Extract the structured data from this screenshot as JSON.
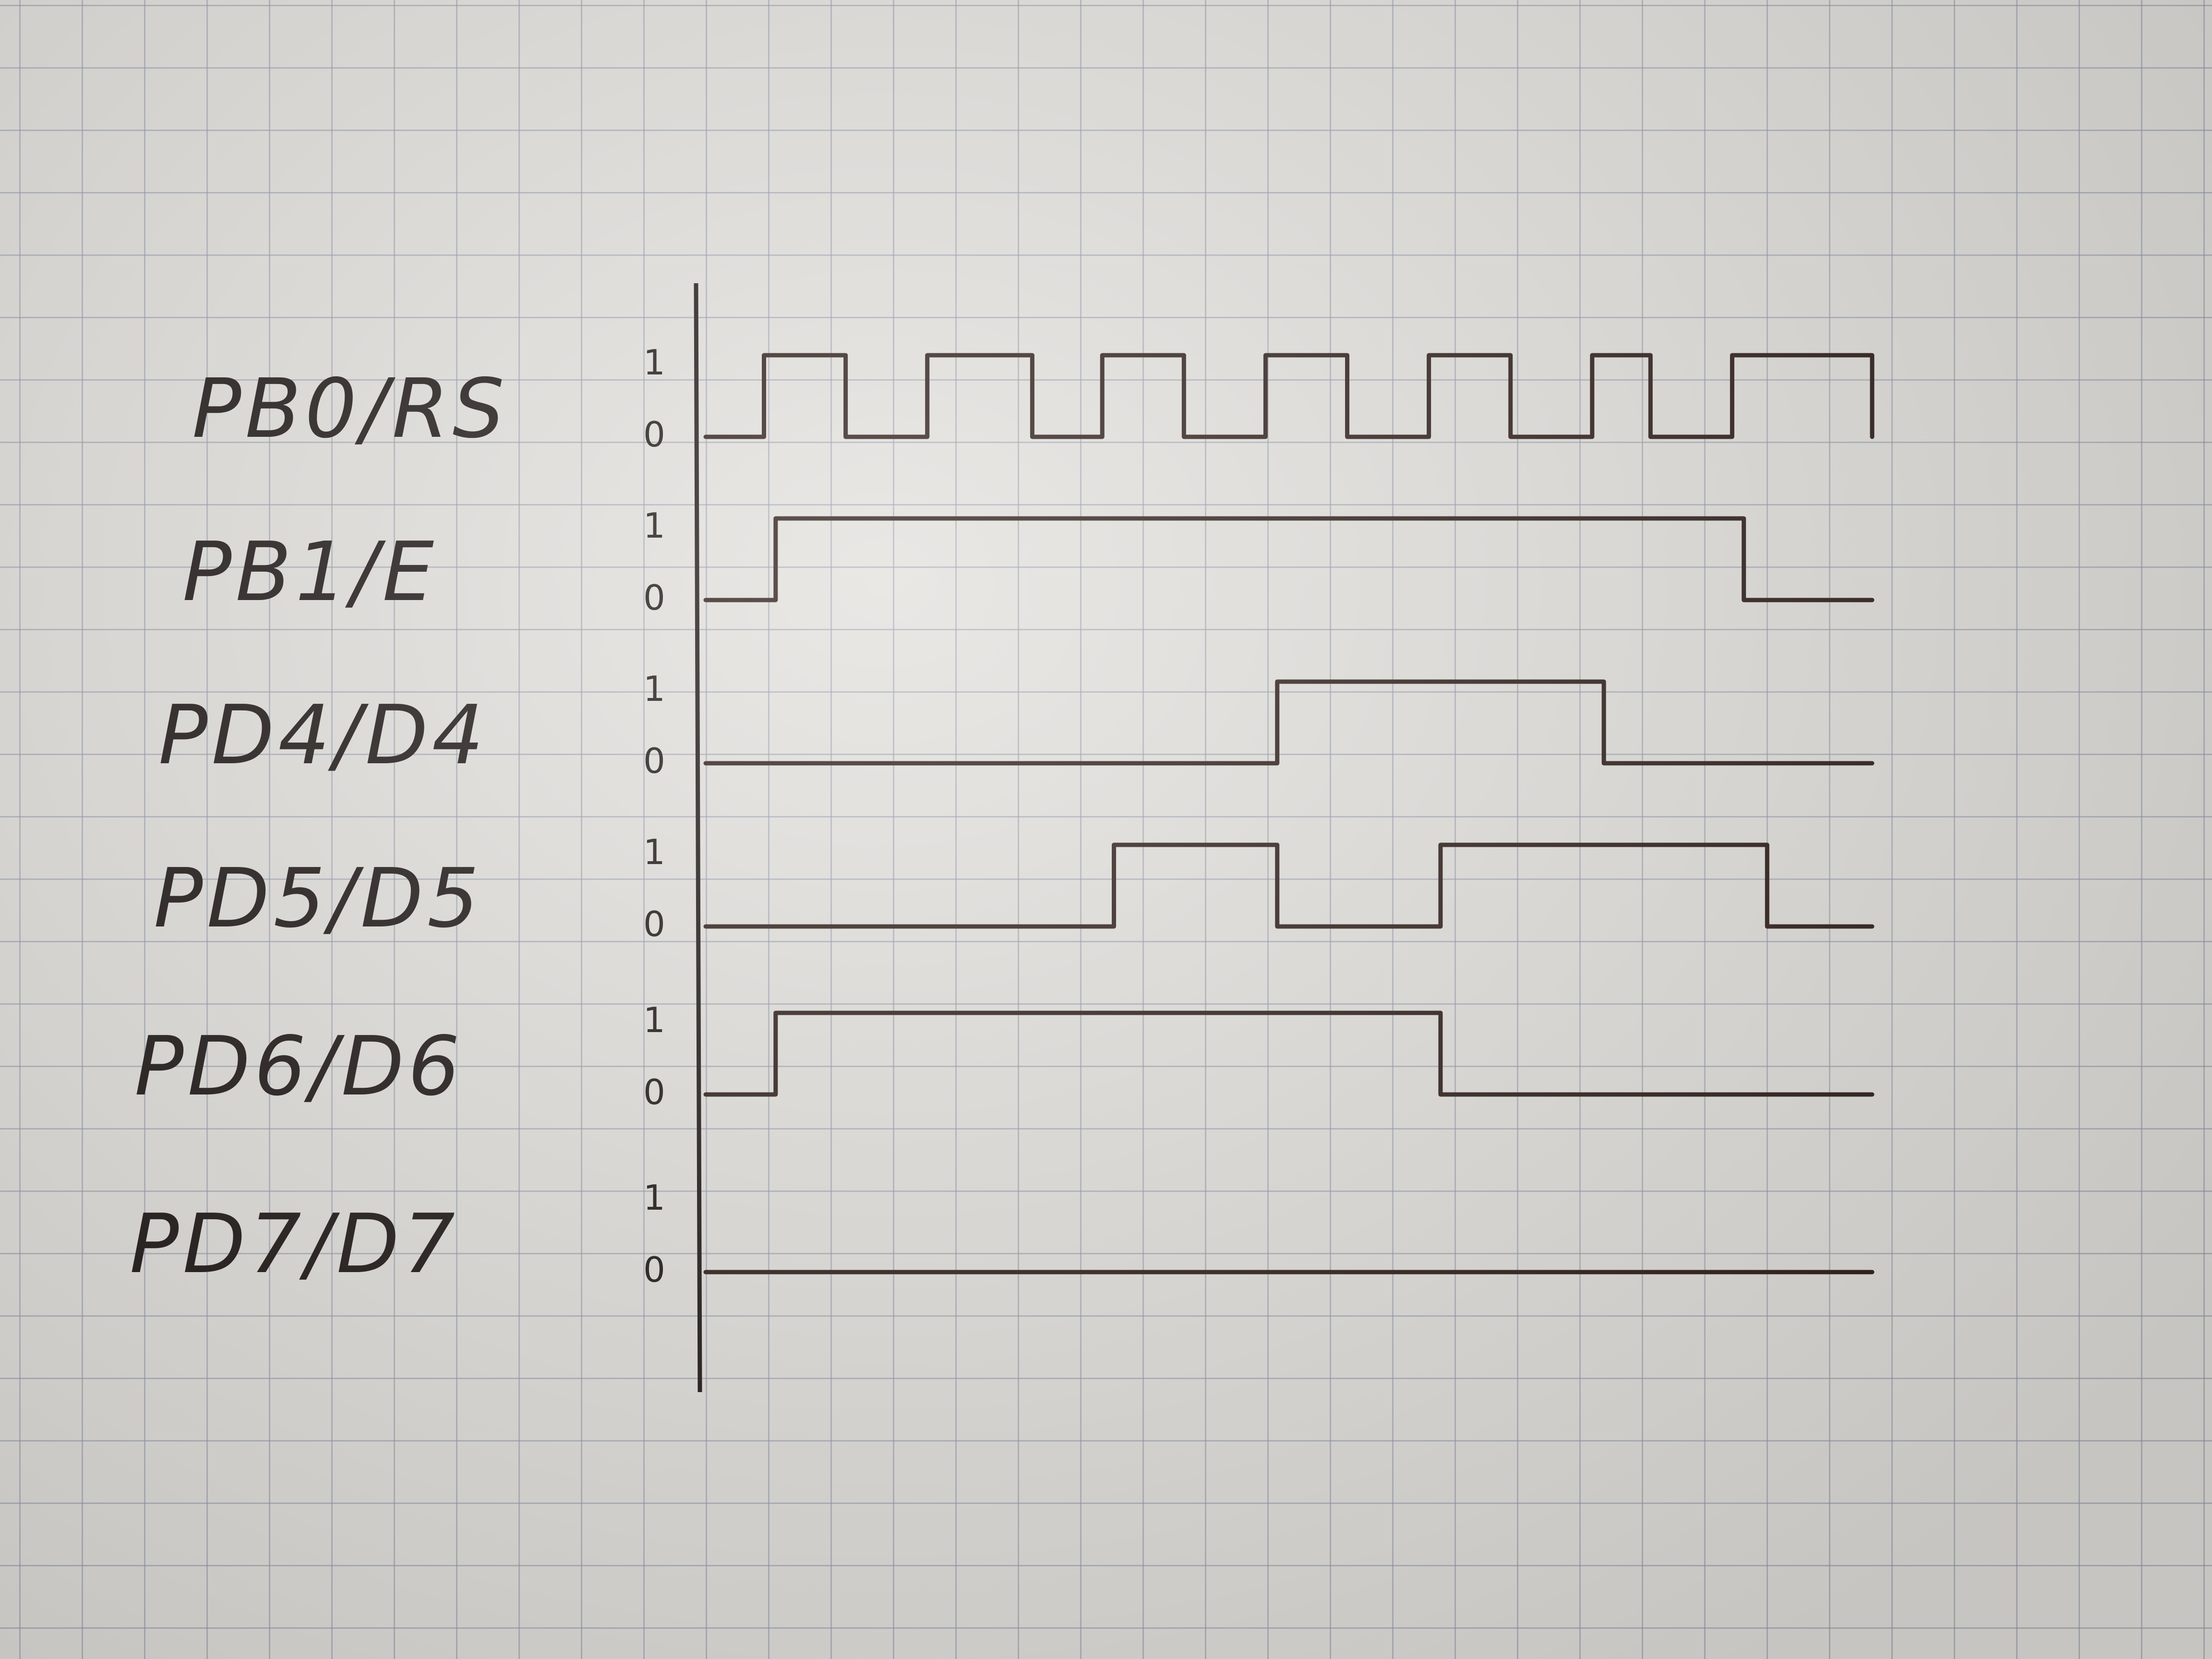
{
  "diagram": {
    "signals": [
      {
        "label": "PB0/RS",
        "high": "1",
        "low": "0",
        "transitions": [
          0.05,
          0.12,
          0.19,
          0.28,
          0.34,
          0.41,
          0.48,
          0.55,
          0.62,
          0.69,
          0.76,
          0.81,
          0.88,
          1.0
        ],
        "start": 0
      },
      {
        "label": "PB1/E",
        "high": "1",
        "low": "0",
        "transitions": [
          0.06,
          0.89
        ],
        "start": 0
      },
      {
        "label": "PD4/D4",
        "high": "1",
        "low": "0",
        "transitions": [
          0.49,
          0.77
        ],
        "start": 0
      },
      {
        "label": "PD5/D5",
        "high": "1",
        "low": "0",
        "transitions": [
          0.35,
          0.49,
          0.63,
          0.91
        ],
        "start": 0
      },
      {
        "label": "PD6/D6",
        "high": "1",
        "low": "0",
        "transitions": [
          0.06,
          0.63
        ],
        "start": 0
      },
      {
        "label": "PD7/D7",
        "high": "1",
        "low": "0",
        "transitions": [],
        "start": 0
      }
    ],
    "colors": {
      "ink": "#2a1a16",
      "grid": "#8c96a5",
      "paper": "#e2e0dc"
    }
  }
}
